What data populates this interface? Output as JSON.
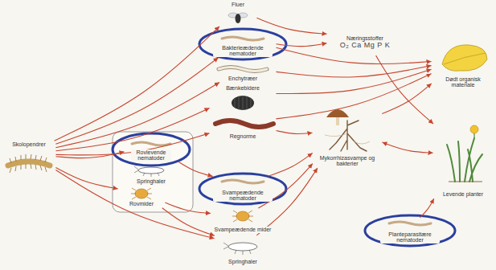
{
  "diagram": {
    "nodes": [
      {
        "text": [
          "Skolopendrer"
        ]
      },
      {
        "text": [
          "Fluer"
        ]
      },
      {
        "text": [
          "Bakterieædende nematoder"
        ]
      },
      {
        "text": [
          "Enchytræer"
        ]
      },
      {
        "text": [
          "Bænkebidere"
        ]
      },
      {
        "text": [
          "Regnorme"
        ]
      },
      {
        "text": [
          "Rovlevende nematoder"
        ]
      },
      {
        "text": [
          "Springhaler"
        ]
      },
      {
        "text": [
          "Rovmider"
        ]
      },
      {
        "text": [
          "Svampeædende nematoder"
        ]
      },
      {
        "text": [
          "Svampeædende mider"
        ]
      },
      {
        "text": [
          "Springhaler"
        ]
      },
      {
        "text": [
          "Planteparasitære nematoder"
        ]
      },
      {
        "text": [
          "Næringsstoffer",
          "O₂ Ca Mg P K"
        ]
      },
      {
        "text": [
          "Mykorrhizasvampe og bakterier"
        ]
      },
      {
        "text": [
          "Dødt organisk materiale"
        ]
      },
      {
        "text": [
          "Levende planter"
        ]
      }
    ],
    "edges": [
      {
        "from": 0,
        "to": 1,
        "arrow": "to"
      },
      {
        "from": 0,
        "to": 2,
        "arrow": "to"
      },
      {
        "from": 0,
        "to": 3,
        "arrow": "to"
      },
      {
        "from": 0,
        "to": 4,
        "arrow": "to"
      },
      {
        "from": 0,
        "to": 5,
        "arrow": "to"
      },
      {
        "from": 0,
        "to": 6,
        "arrow": "to"
      },
      {
        "from": 0,
        "to": 8,
        "arrow": "to"
      },
      {
        "from": 0,
        "to": 11,
        "arrow": "to"
      },
      {
        "from": 6,
        "to": 9,
        "arrow": "to"
      },
      {
        "from": 8,
        "to": 10,
        "arrow": "to"
      },
      {
        "from": 8,
        "to": 11,
        "arrow": "to"
      },
      {
        "from": 1,
        "to": 13,
        "arrow": "to"
      },
      {
        "from": 2,
        "to": 13,
        "arrow": "to"
      },
      {
        "from": 2,
        "to": 15,
        "arrow": "to"
      },
      {
        "from": 3,
        "to": 15,
        "arrow": "to"
      },
      {
        "from": 4,
        "to": 15,
        "arrow": "to"
      },
      {
        "from": 5,
        "to": 15,
        "arrow": "to"
      },
      {
        "from": 5,
        "to": 14,
        "arrow": "to"
      },
      {
        "from": 9,
        "to": 14,
        "arrow": "to"
      },
      {
        "from": 10,
        "to": 14,
        "arrow": "to"
      },
      {
        "from": 11,
        "to": 14,
        "arrow": "to"
      },
      {
        "from": 13,
        "to": 16,
        "arrow": "to"
      },
      {
        "from": 14,
        "to": 15,
        "arrow": "to"
      },
      {
        "from": 14,
        "to": 16,
        "arrow": "both"
      },
      {
        "from": 12,
        "to": 16,
        "arrow": "to"
      }
    ]
  }
}
